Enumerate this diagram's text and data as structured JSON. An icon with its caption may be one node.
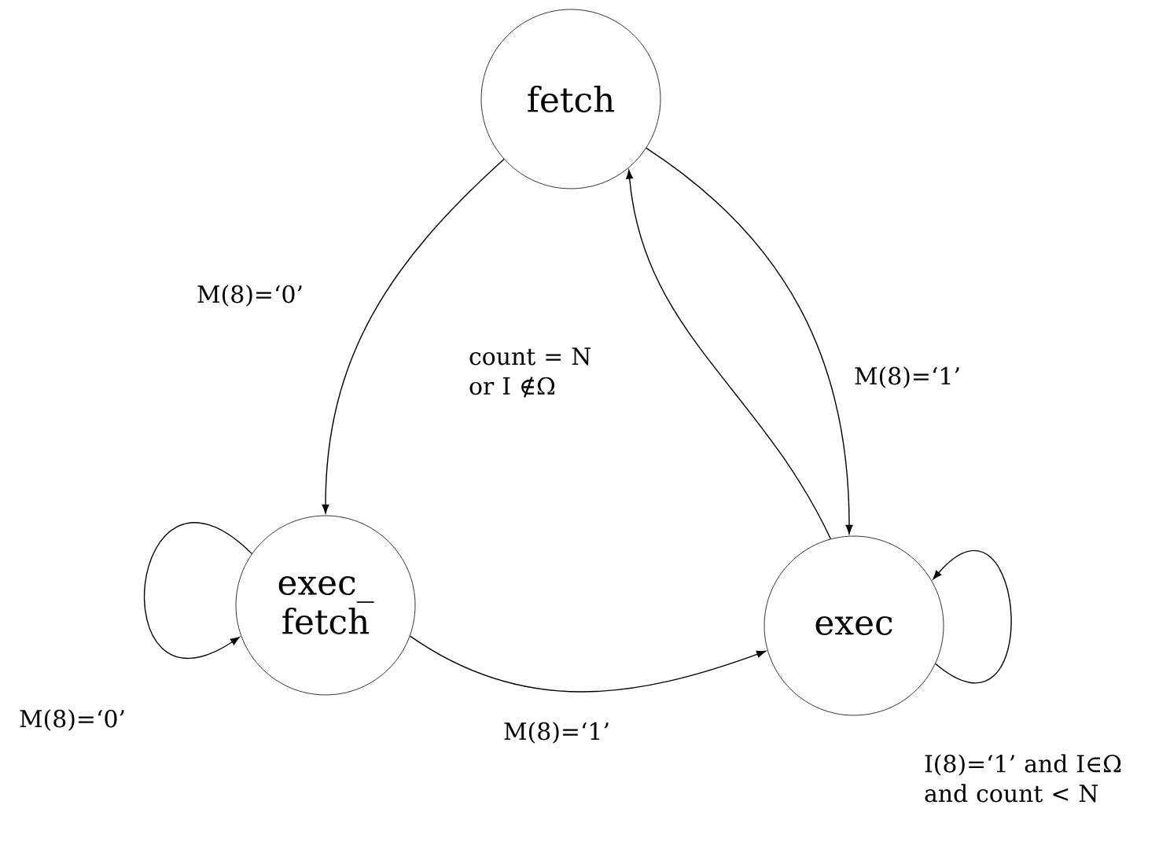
{
  "diagram": {
    "nodes": [
      {
        "text": [
          "fetch"
        ]
      },
      {
        "text": [
          "exec_ fetch"
        ]
      },
      {
        "text": [
          "exec"
        ]
      }
    ],
    "edges": [
      {
        "from": 0,
        "to": 1,
        "arrow": "to",
        "label": "M(8)=‘0’"
      },
      {
        "from": 0,
        "to": 2,
        "arrow": "to",
        "label": "M(8)=‘1’"
      },
      {
        "from": 2,
        "to": 0,
        "arrow": "to",
        "label": "count = N or I ∉Ω"
      },
      {
        "from": 1,
        "to": 2,
        "arrow": "to",
        "label": "M(8)=‘1’"
      },
      {
        "from": 1,
        "to": 1,
        "arrow": "to",
        "label": "M(8)=‘0’"
      },
      {
        "from": 2,
        "to": 2,
        "arrow": "to",
        "label": "I(8)=‘1’ and I∈Ω and count < N"
      }
    ]
  }
}
